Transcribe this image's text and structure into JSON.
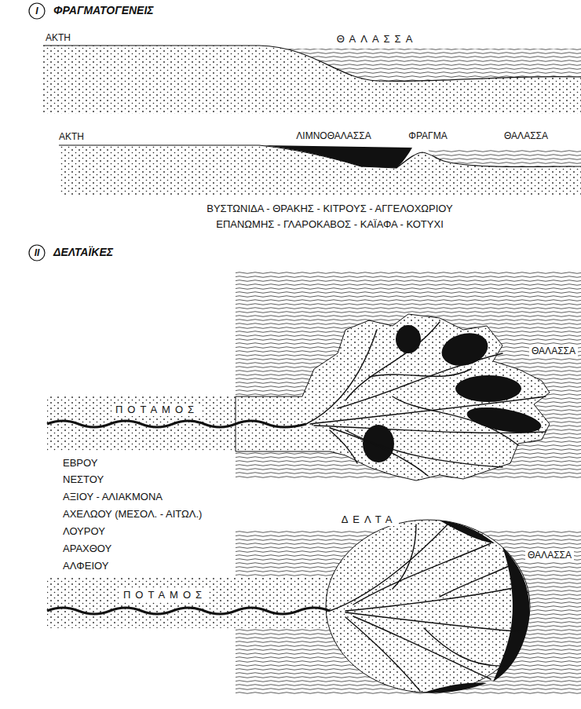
{
  "diagram": {
    "labels": [
      "I",
      "ΦΡΑΓΜΑΤΟΓΕΝΕΙΣ",
      "ΑΚΤΗ",
      "ΘΑΛΑΣΣΑ",
      "ΑΚΤΗ",
      "ΛΙΜΝΟΘΑΛΑΣΣΑ",
      "ΦΡΑΓΜΑ",
      "ΘΑΛΑΣΣΑ",
      "ΒΥΣΤΩΝΙΔΑ - ΘΡΑΚΗΣ - ΚΙΤΡΟΥΣ - ΑΓΓΕΛΟΧΩΡΙΟΥ",
      "ΕΠΑΝΩΜΗΣ - ΓΛΑΡΟΚΑΒΟΣ - ΚΑΪΑΦΑ - ΚΟΤΥΧΙ",
      "II",
      "ΔΕΛΤΑΪΚΕΣ",
      "ΠΟΤΑΜΟΣ",
      "ΘΑΛΑΣΣΑ",
      "ΕΒΡΟΥ",
      "ΝΕΣΤΟΥ",
      "ΑΞΙΟΥ - ΑΛΙΑΚΜΟΝΑ",
      "ΑΧΕΛΩΟΥ (ΜΕΣΟΛ. - ΑΙΤΩΛ.)",
      "ΛΟΥΡΟΥ",
      "ΑΡΑΧΘΟΥ",
      "ΑΛΦΕΙΟΥ",
      "ΔΕΛΤΑ",
      "ΠΟΤΑΜΟΣ",
      "ΘΑΛΑΣΣΑ"
    ]
  }
}
